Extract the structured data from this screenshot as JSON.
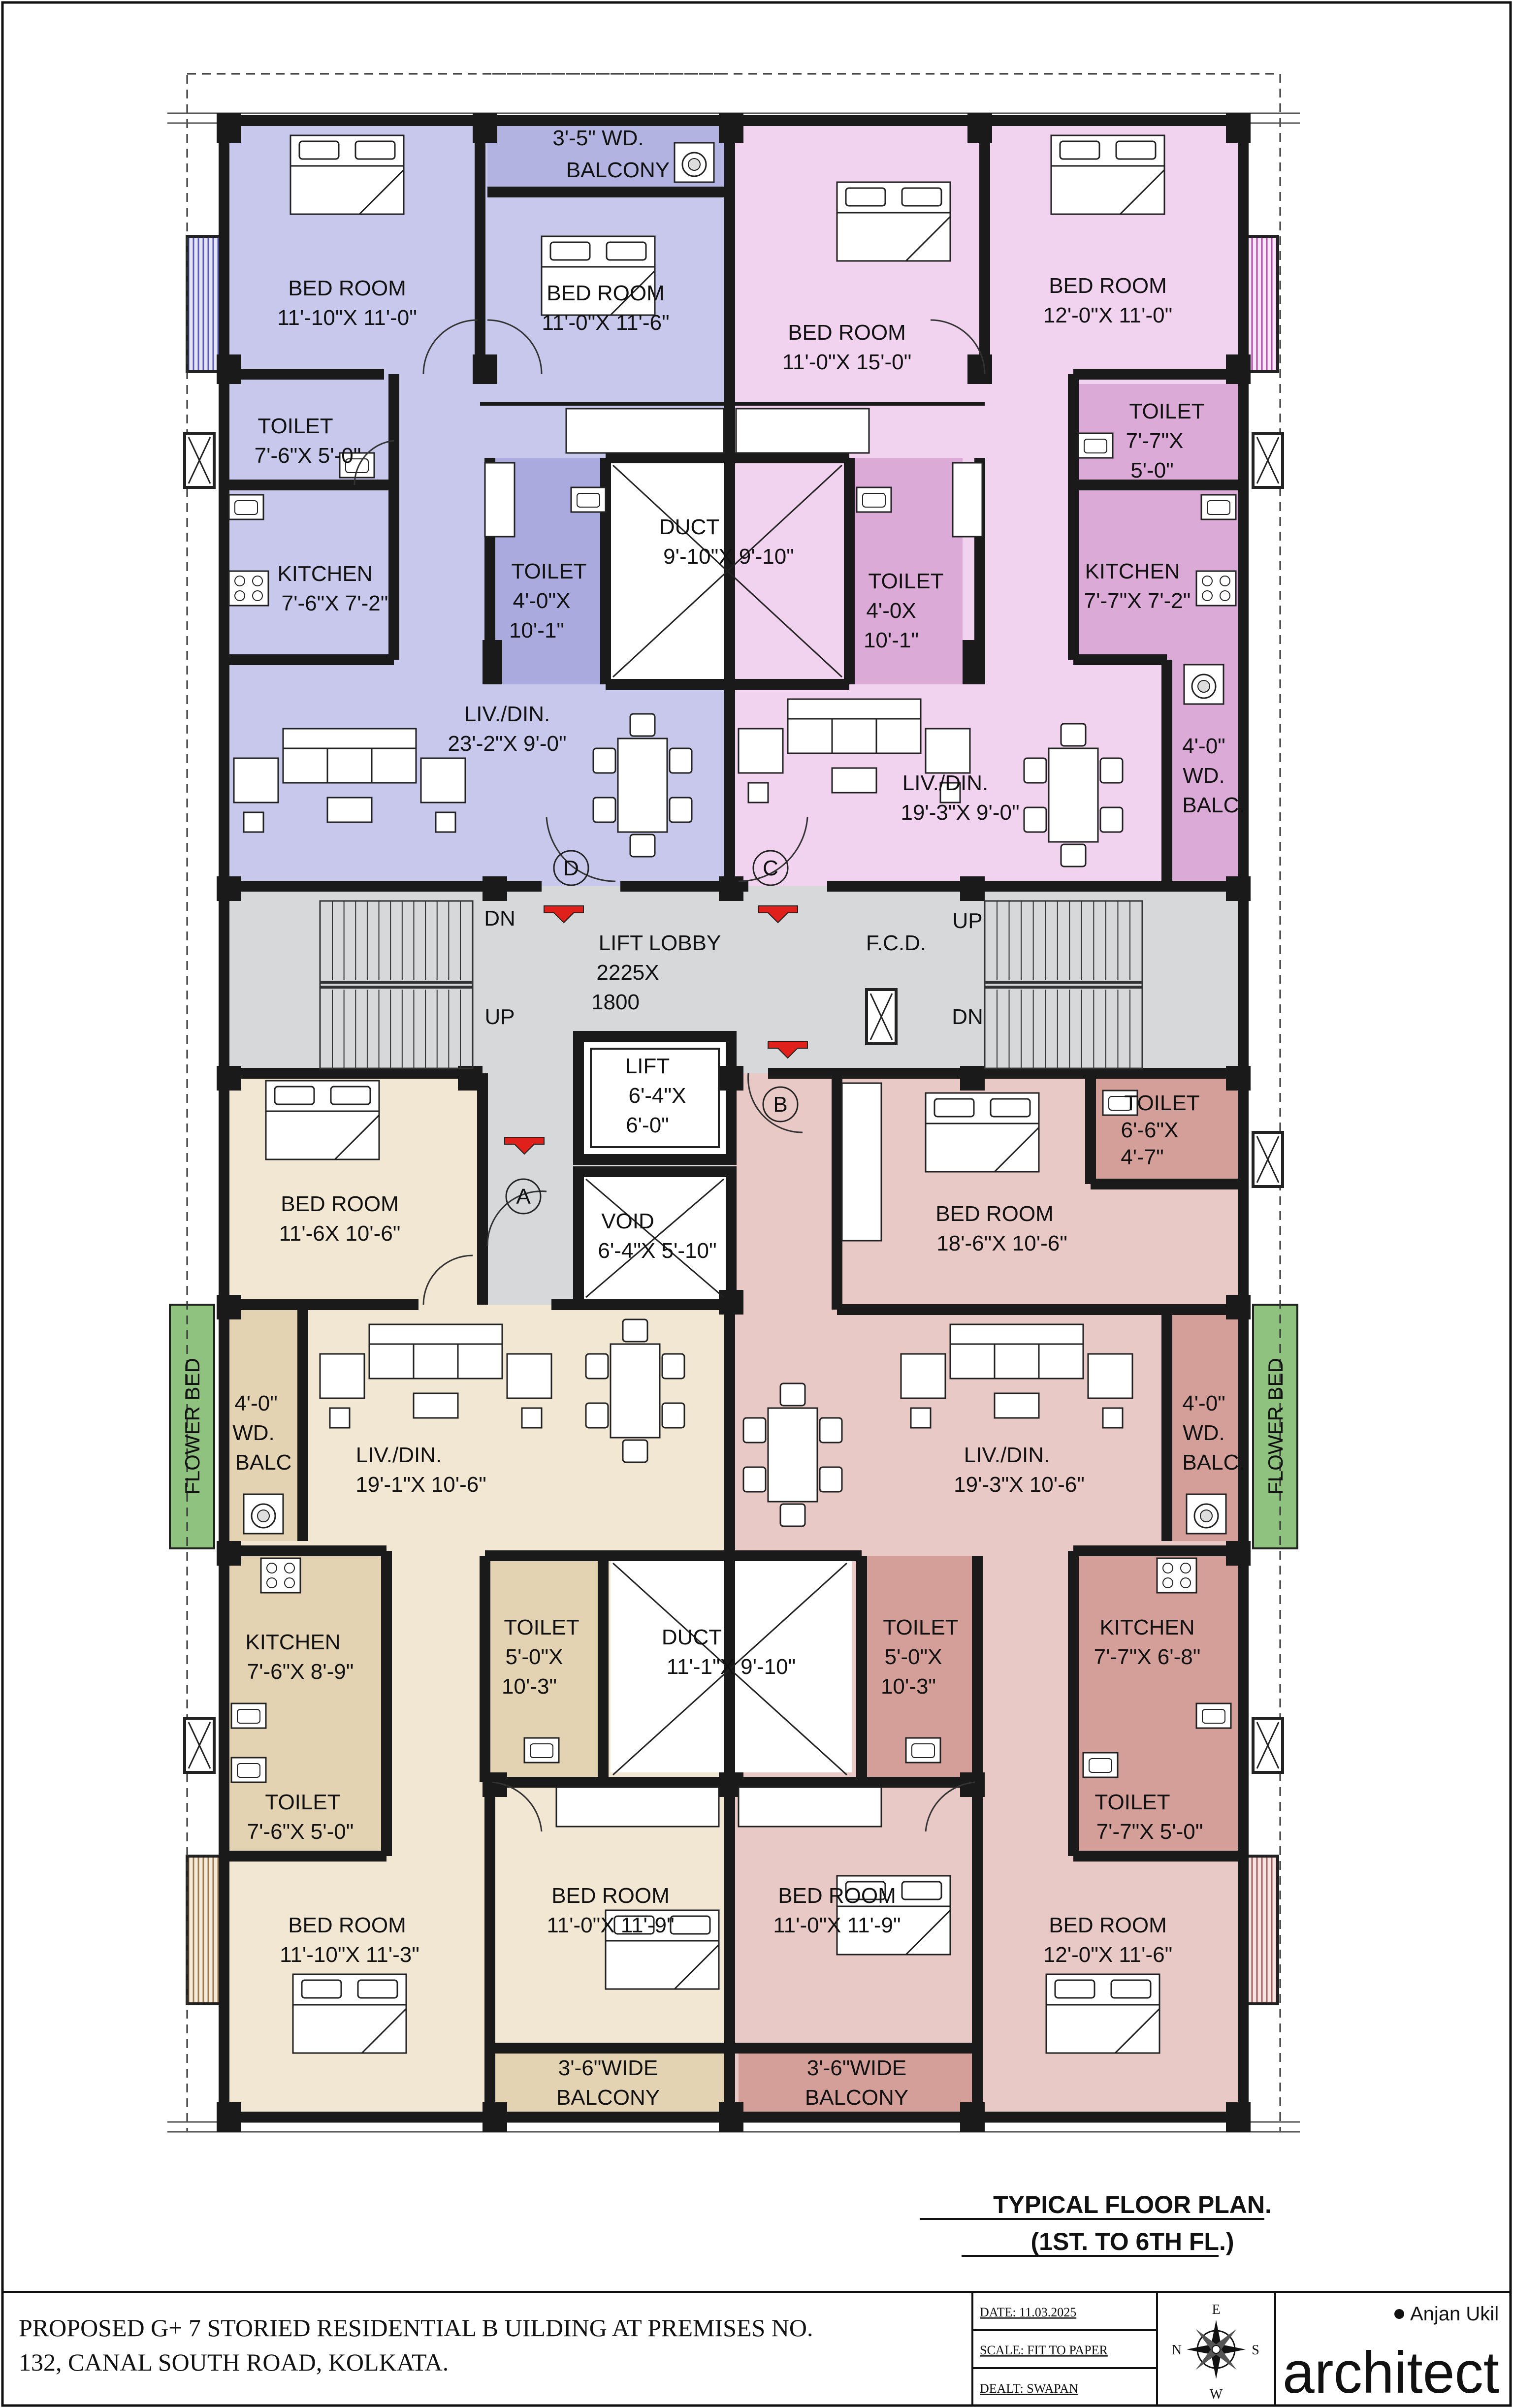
{
  "colors": {
    "flat_a": "#f2e7d3",
    "flat_b": "#e9c9c5",
    "flat_c": "#f1d2ef",
    "flat_d": "#c8c8ec",
    "lobby": "#d6d8da",
    "flower_bed": "#8fc17f",
    "wall": "#1a1a1a",
    "arrow": "#e0201a"
  },
  "icons": [
    "bed-icon",
    "sofa-icon",
    "dining-table-icon",
    "kitchen-counter-icon",
    "toilet-fixture-icon",
    "washing-machine-icon",
    "arrow-down-icon",
    "compass-icon"
  ],
  "rooms": {
    "d_bed1": {
      "name": "BED ROOM",
      "size": "11'-10\"X 11'-0\""
    },
    "d_balc": {
      "name": "3'-5\" WD.",
      "name2": "BALCONY"
    },
    "d_bed2": {
      "name": "BED ROOM",
      "size": "11'-0\"X 11'-6\""
    },
    "d_toilet1": {
      "name": "TOILET",
      "size": "7'-6\"X 5'-0\""
    },
    "d_kitchen": {
      "name": "KITCHEN",
      "size": "7'-6\"X 7'-2\""
    },
    "d_toilet2": {
      "name": "TOILET",
      "size": "4'-0\"X",
      "size2": "10'-1\""
    },
    "d_living": {
      "name": "LIV./DIN.",
      "size": "23'-2\"X 9'-0\""
    },
    "duct_top": {
      "name": "DUCT",
      "size": "9'-10\"X 9'-10\""
    },
    "c_bed1": {
      "name": "BED ROOM",
      "size": "11'-0\"X 15'-0\""
    },
    "c_bed2": {
      "name": "BED ROOM",
      "size": "12'-0\"X 11'-0\""
    },
    "c_toilet1": {
      "name": "TOILET",
      "size": "7'-7\"X",
      "size2": "5'-0\""
    },
    "c_toilet2": {
      "name": "TOILET",
      "size": "4'-0X",
      "size2": "10'-1\""
    },
    "c_kitchen": {
      "name": "KITCHEN",
      "size": "7'-7\"X 7'-2\""
    },
    "c_balc": {
      "name": "4'-0\"",
      "name2": "WD.",
      "name3": "BALC."
    },
    "c_living": {
      "name": "LIV./DIN.",
      "size": "19'-3\"X 9'-0\""
    },
    "lobby": {
      "name": "LIFT LOBBY",
      "size": "2225X",
      "size2": "1800"
    },
    "fcd": {
      "name": "F.C.D."
    },
    "lift": {
      "name": "LIFT",
      "size": "6'-4\"X",
      "size2": "6'-0\""
    },
    "void": {
      "name": "VOID",
      "size": "6'-4\"X 5'-10\""
    },
    "a_bed1": {
      "name": "BED ROOM",
      "size": "11'-6X 10'-6\""
    },
    "a_balc": {
      "name": "4'-0\"",
      "name2": "WD.",
      "name3": "BALC"
    },
    "a_living": {
      "name": "LIV./DIN.",
      "size": "19'-1\"X 10'-6\""
    },
    "a_kitchen": {
      "name": "KITCHEN",
      "size": "7'-6\"X 8'-9\""
    },
    "a_toilet1": {
      "name": "TOILET",
      "size": "5'-0\"X",
      "size2": "10'-3\""
    },
    "a_toilet2": {
      "name": "TOILET",
      "size": "7'-6\"X 5'-0\""
    },
    "a_bed2": {
      "name": "BED ROOM",
      "size": "11'-10\"X 11'-3\""
    },
    "a_bed3": {
      "name": "BED ROOM",
      "size": "11'-0\"X 11'-9\""
    },
    "a_balc2": {
      "name": "3'-6\"WIDE",
      "name2": "BALCONY"
    },
    "duct_bottom": {
      "name": "DUCT",
      "size": "11'-1\"X 9'-10\""
    },
    "b_bed1": {
      "name": "BED ROOM",
      "size": "18'-6\"X 10'-6\""
    },
    "b_toilet1": {
      "name": "TOILET",
      "size": "6'-6\"X",
      "size2": "4'-7\""
    },
    "b_living": {
      "name": "LIV./DIN.",
      "size": "19'-3\"X 10'-6\""
    },
    "b_balc": {
      "name": "4'-0\"",
      "name2": "WD.",
      "name3": "BALC."
    },
    "b_toilet2": {
      "name": "TOILET",
      "size": "5'-0\"X",
      "size2": "10'-3\""
    },
    "b_kitchen": {
      "name": "KITCHEN",
      "size": "7'-7\"X 6'-8\""
    },
    "b_toilet3": {
      "name": "TOILET",
      "size": "7'-7\"X 5'-0\""
    },
    "b_bed2": {
      "name": "BED ROOM",
      "size": "11'-0\"X 11'-9\""
    },
    "b_bed3": {
      "name": "BED ROOM",
      "size": "12'-0\"X 11'-6\""
    },
    "b_balc2": {
      "name": "3'-6\"WIDE",
      "name2": "BALCONY"
    }
  },
  "stairs": {
    "left_dn": "DN",
    "left_up": "UP",
    "right_up": "UP",
    "right_dn": "DN"
  },
  "flat_markers": {
    "a": "A",
    "b": "B",
    "c": "C",
    "d": "D"
  },
  "flower_bed_label": "FLOWER BED",
  "plan_title": {
    "line1": "TYPICAL  FLOOR PLAN.",
    "line2": "(1ST. TO  6TH FL.)"
  },
  "title_block": {
    "project_line1": "PROPOSED G+ 7 STORIED RESIDENTIAL B UILDING AT PREMISES NO.",
    "project_line2": "132, CANAL SOUTH ROAD, KOLKATA.",
    "date": "DATE: 11.03.2025",
    "scale": "SCALE: FIT TO PAPER",
    "dealt": "DEALT: SWAPAN",
    "compass": {
      "n": "N",
      "s": "S",
      "e": "E",
      "w": "W"
    },
    "architect_name": "Anjan Ukil",
    "architect_word": "architect"
  }
}
